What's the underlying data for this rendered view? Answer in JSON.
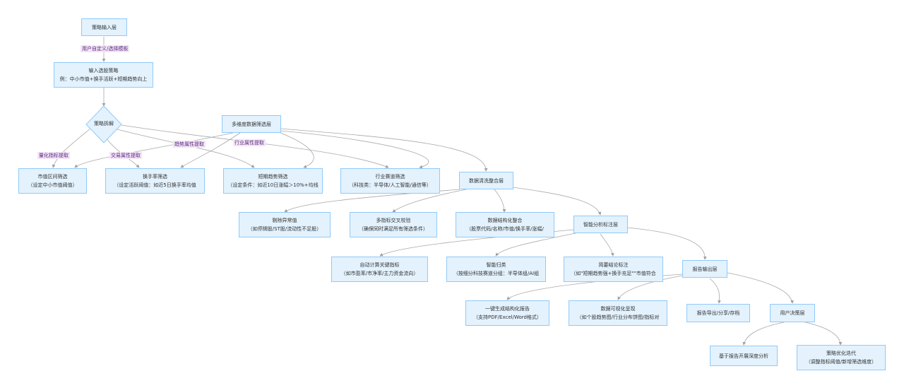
{
  "nodes": {
    "input_layer": {
      "l1": "策略输入层"
    },
    "input_strategy": {
      "l1": "输入选股策略",
      "l2": "例：中小市值+换手活跃+短期趋势向上"
    },
    "decompose": {
      "l1": "策略拆解"
    },
    "multi_filter": {
      "l1": "多维度数据筛选层"
    },
    "cap_filter": {
      "l1": "市值区间筛选",
      "l2": "（设定中小市值阈值）"
    },
    "turnover_filter": {
      "l1": "换手率筛选",
      "l2": "（设定活跃阈值：如近5日换手率均值"
    },
    "trend_filter": {
      "l1": "短期趋势筛选",
      "l2": "（设定条件：如近10日涨幅＞10%+均线"
    },
    "industry_filter": {
      "l1": "行业赛道筛选",
      "l2": "（科技类：半导体/人工智能/通信等）"
    },
    "clean_layer": {
      "l1": "数据清洗整合层"
    },
    "remove_outliers": {
      "l1": "剔除异常值",
      "l2": "（如停牌股/ST股/流动性不足股）"
    },
    "cross_check": {
      "l1": "多指标交叉校验",
      "l2": "（确保同时满足所有筛选条件）"
    },
    "structure": {
      "l1": "数据结构化整合",
      "l2": "（股票代码/名称/市值/换手率/涨幅/"
    },
    "smart_layer": {
      "l1": "智能分析标注层"
    },
    "auto_calc": {
      "l1": "自动计算关键指标",
      "l2": "（如市盈率/市净率/主力资金流向）"
    },
    "smart_group": {
      "l1": "智能归类",
      "l2": "（按细分科技赛道分组：半导体组/AI组"
    },
    "brief_tag": {
      "l1": "简要结论标注",
      "l2": "（如\"短期趋势强+换手充足\"\"市值符合"
    },
    "report_layer": {
      "l1": "报告输出层"
    },
    "gen_report": {
      "l1": "一键生成结构化报告",
      "l2": "（支持PDF/Excel/Word格式）"
    },
    "visual": {
      "l1": "数据可视化呈现",
      "l2": "（如个股趋势图/行业分布饼图/指标对"
    },
    "export": {
      "l1": "报告导出/分享/存档"
    },
    "user_layer": {
      "l1": "用户决策层"
    },
    "deep_analysis": {
      "l1": "基于报告开展深度分析"
    },
    "optimize": {
      "l1": "策略优化迭代",
      "l2": "（调整指标阈值/新增筛选维度）"
    }
  },
  "edge_labels": {
    "custom": "用户自定义/选择模板",
    "quant": "量化指标提取",
    "trade": "交易属性提取",
    "trend": "趋势属性提取",
    "industry": "行业属性提取"
  },
  "colors": {
    "node_fill": "#e3f2fd",
    "node_border": "#90caf9",
    "edge": "#a0a0a0",
    "label_bg": "#f3e5f5",
    "label_text": "#5b2c83"
  }
}
